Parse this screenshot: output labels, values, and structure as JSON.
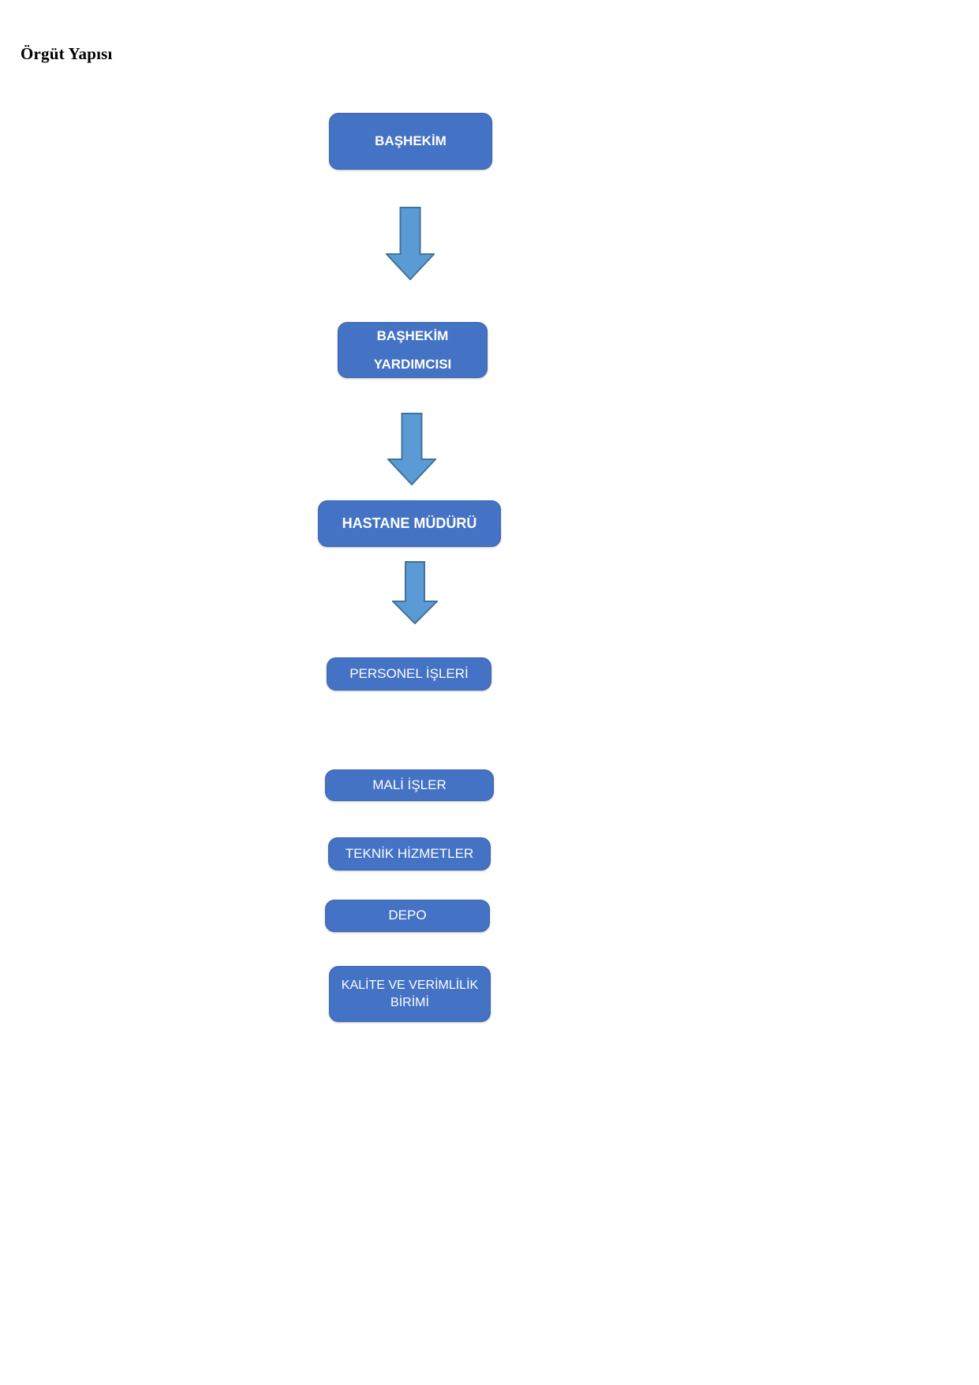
{
  "document": {
    "title": "Örgüt Yapısı"
  },
  "chart_data": {
    "type": "diagram",
    "diagram_kind": "organization-chart",
    "title": "Örgüt Yapısı",
    "orientation": "vertical-top-down",
    "node_fill_color": "#4472C4",
    "node_border_color": "#3B63AD",
    "node_text_color": "#FFFFFF",
    "arrow_fill_color": "#5B9BD5",
    "arrow_border_color": "#41719C",
    "background_color": "#FFFFFF",
    "nodes": [
      {
        "id": "bashekim",
        "label": "BAŞHEKİM",
        "lines": [
          "BAŞHEKİM"
        ],
        "level": 1,
        "bold": true
      },
      {
        "id": "bashekim-yrd",
        "label": "BAŞHEKİM YARDIMCISI",
        "lines": [
          "BAŞHEKİM",
          "YARDIMCISI"
        ],
        "level": 2,
        "bold": true
      },
      {
        "id": "hastane-mudur",
        "label": "HASTANE MÜDÜRÜ",
        "lines": [
          "HASTANE MÜDÜRÜ"
        ],
        "level": 3,
        "bold": true
      },
      {
        "id": "personel",
        "label": "PERSONEL İŞLERİ",
        "lines": [
          "PERSONEL İŞLERİ"
        ],
        "level": 4,
        "bold": false
      },
      {
        "id": "mali",
        "label": "MALİ İŞLER",
        "lines": [
          "MALİ İŞLER"
        ],
        "level": 4,
        "bold": false
      },
      {
        "id": "teknik",
        "label": "TEKNİK HİZMETLER",
        "lines": [
          "TEKNİK HİZMETLER"
        ],
        "level": 4,
        "bold": false
      },
      {
        "id": "depo",
        "label": "DEPO",
        "lines": [
          "DEPO"
        ],
        "level": 4,
        "bold": false
      },
      {
        "id": "kalite",
        "label": "KALİTE VE VERİMLİLİK BİRİMİ",
        "lines": [
          "KALİTE VE VERİMLİLİK",
          "BİRİMİ"
        ],
        "level": 4,
        "bold": false
      }
    ],
    "connectors": [
      {
        "id": "arrow-1",
        "from": "bashekim",
        "to": "bashekim-yrd",
        "shape": "down-arrow"
      },
      {
        "id": "arrow-2",
        "from": "bashekim-yrd",
        "to": "hastane-mudur",
        "shape": "down-arrow"
      },
      {
        "id": "arrow-3",
        "from": "hastane-mudur",
        "to": "personel",
        "shape": "down-arrow"
      }
    ]
  },
  "nodes": {
    "bashekim": {
      "label": "BAŞHEKİM"
    },
    "bashekim_yrd": {
      "line1": "BAŞHEKİM",
      "line2": "YARDIMCISI"
    },
    "hastane_mudur": {
      "label": "HASTANE MÜDÜRÜ"
    },
    "personel": {
      "label": "PERSONEL İŞLERİ"
    },
    "mali": {
      "label": "MALİ İŞLER"
    },
    "teknik": {
      "label": "TEKNİK HİZMETLER"
    },
    "depo": {
      "label": "DEPO"
    },
    "kalite": {
      "line1": "KALİTE VE VERİMLİLİK",
      "line2": "BİRİMİ"
    }
  }
}
